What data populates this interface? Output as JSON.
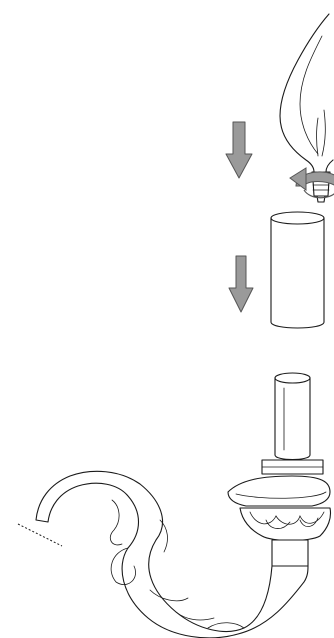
{
  "diagram": {
    "type": "installation-illustration",
    "steps": [
      {
        "part": "candle-flame-bulb",
        "action": "screw-in",
        "direction": "down"
      },
      {
        "part": "candle-sleeve",
        "action": "slide-on",
        "direction": "down"
      },
      {
        "part": "chandelier-arm-with-socket",
        "action": "base"
      }
    ],
    "colors": {
      "arrow_fill": "#9a9a9a",
      "arrow_stroke": "#555555",
      "line": "#1a1a1a",
      "background": "#ffffff"
    },
    "icons": [
      "down-arrow-icon",
      "rotation-arrow-icon"
    ]
  }
}
